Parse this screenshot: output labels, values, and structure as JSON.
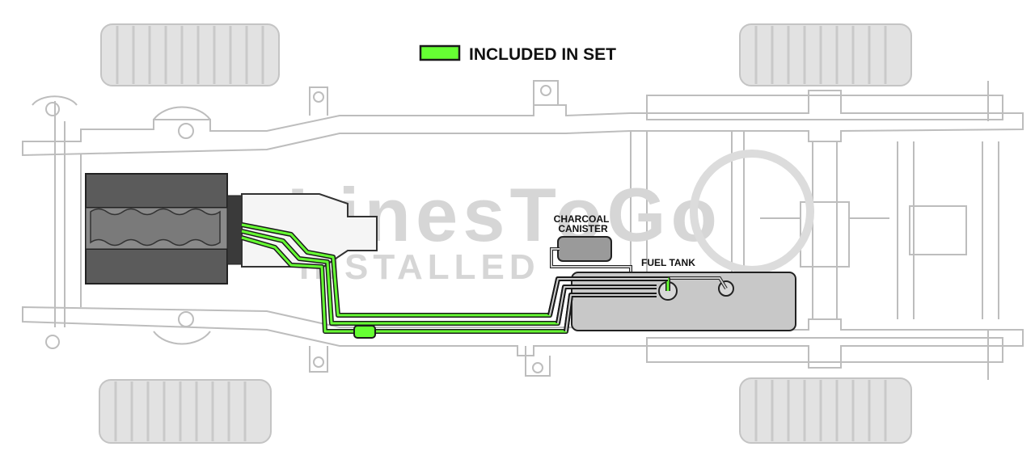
{
  "legend": {
    "label": "INCLUDED IN SET",
    "swatch_color": "#66ff33"
  },
  "labels": {
    "canister_line1": "CHARCOAL",
    "canister_line2": "CANISTER",
    "fuel_tank": "FUEL TANK"
  },
  "watermark": {
    "brand": "LinesToGo",
    "tagline": "INSTALLED"
  },
  "colors": {
    "included_line": "#66ff33",
    "line_outline": "#1a1a1a",
    "frame_outline": "#bdbdbd",
    "tank_fill": "#c8c8c8",
    "engine_fill": "#6e6e6e",
    "tire_fill": "#e2e2e2"
  }
}
